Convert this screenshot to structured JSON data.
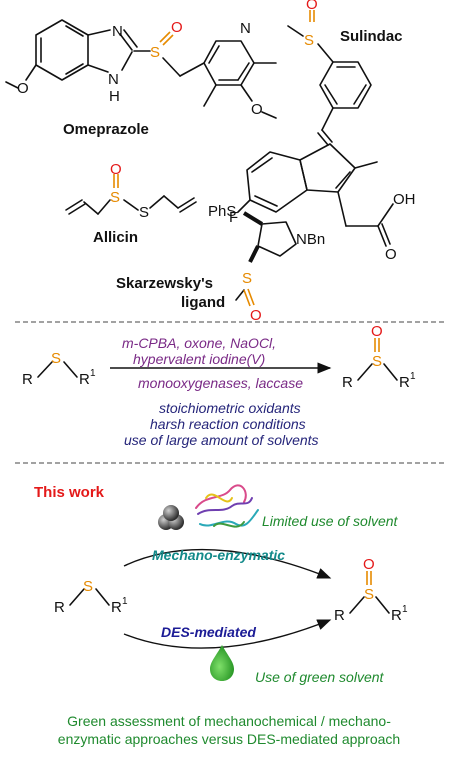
{
  "molecules": {
    "omeprazole": {
      "name": "Omeprazole",
      "atoms": {
        "n": "N",
        "nh": "N",
        "h": "H",
        "s": "S",
        "o": "O",
        "npy": "N",
        "ome1": "O",
        "ome2": "O"
      }
    },
    "sulindac": {
      "name": "Sulindac",
      "atoms": {
        "s": "S",
        "o": "O",
        "f": "F",
        "oh": "OH",
        "o2": "O"
      }
    },
    "allicin": {
      "name": "Allicin",
      "atoms": {
        "s1": "S",
        "s2": "S",
        "o": "O"
      }
    },
    "skarzewsky": {
      "name_line1": "Skarzewsky's",
      "name_line2": "ligand",
      "atoms": {
        "phs": "PhS",
        "nbn": "NBn",
        "s": "S",
        "o": "O"
      }
    }
  },
  "reaction1": {
    "reactant": {
      "r": "R",
      "s": "S",
      "r1": "R",
      "r1_sup": "1"
    },
    "product": {
      "r": "R",
      "s": "S",
      "o": "O",
      "r1": "R",
      "r1_sup": "1"
    },
    "reagents_line1": "m-CPBA, oxone, NaOCl,",
    "reagents_line2": "hypervalent iodine(V)",
    "enzymes": "monooxygenases, laccase",
    "drawbacks": [
      "stoichiometric oxidants",
      "harsh reaction conditions",
      "use of large amount of solvents"
    ]
  },
  "reaction2": {
    "title": "This work",
    "reactant": {
      "r": "R",
      "s": "S",
      "r1": "R",
      "r1_sup": "1"
    },
    "product": {
      "r": "R",
      "s": "S",
      "o": "O",
      "r1": "R",
      "r1_sup": "1"
    },
    "upper_label": "Mechano-enzymatic",
    "upper_note": "Limited use of solvent",
    "lower_label": "DES-mediated",
    "lower_note": "Use of green solvent"
  },
  "footer": {
    "line1": "Green assessment of mechanochemical / mechano-",
    "line2": "enzymatic approaches versus DES-mediated approach"
  },
  "colors": {
    "sulfur": "#e68a00",
    "oxygen": "#e41919",
    "purple": "#7a2a86",
    "navy": "#25257a",
    "green": "#1f8a2e",
    "red": "#e41919",
    "teal": "#138a8a"
  }
}
